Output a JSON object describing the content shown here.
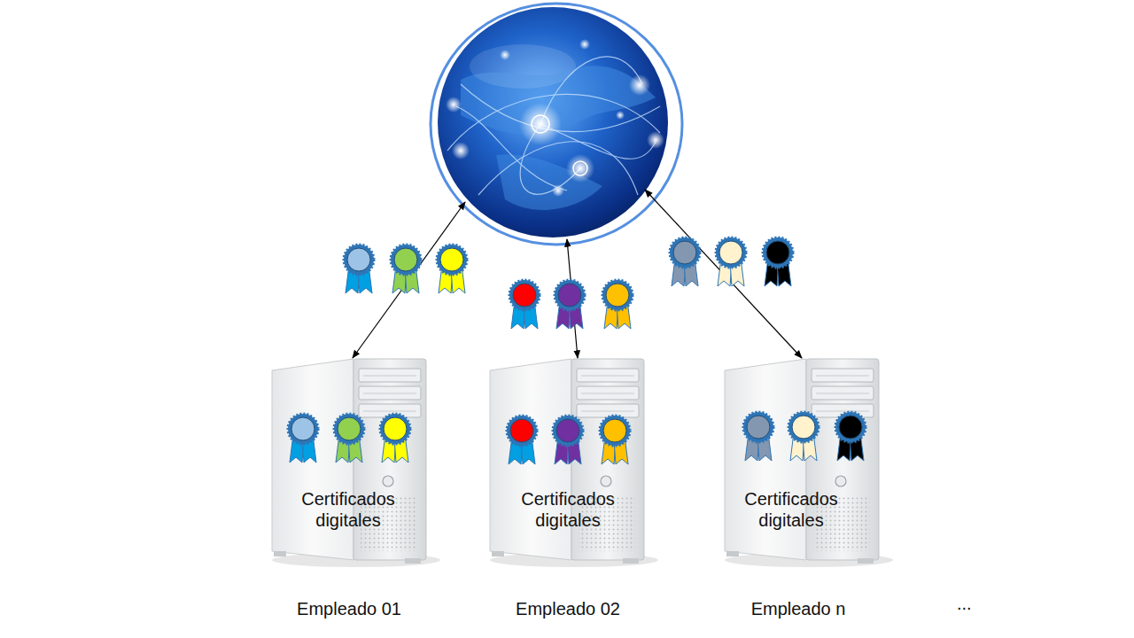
{
  "diagram": {
    "nodes": [
      {
        "text": [
          "Certificados digitales",
          "Empleado 01"
        ]
      },
      {
        "text": [
          "Certificados digitales",
          "Empleado 02"
        ]
      },
      {
        "text": [
          "Certificados digitales",
          "Empleado n"
        ]
      }
    ],
    "labels": [
      "..."
    ]
  }
}
